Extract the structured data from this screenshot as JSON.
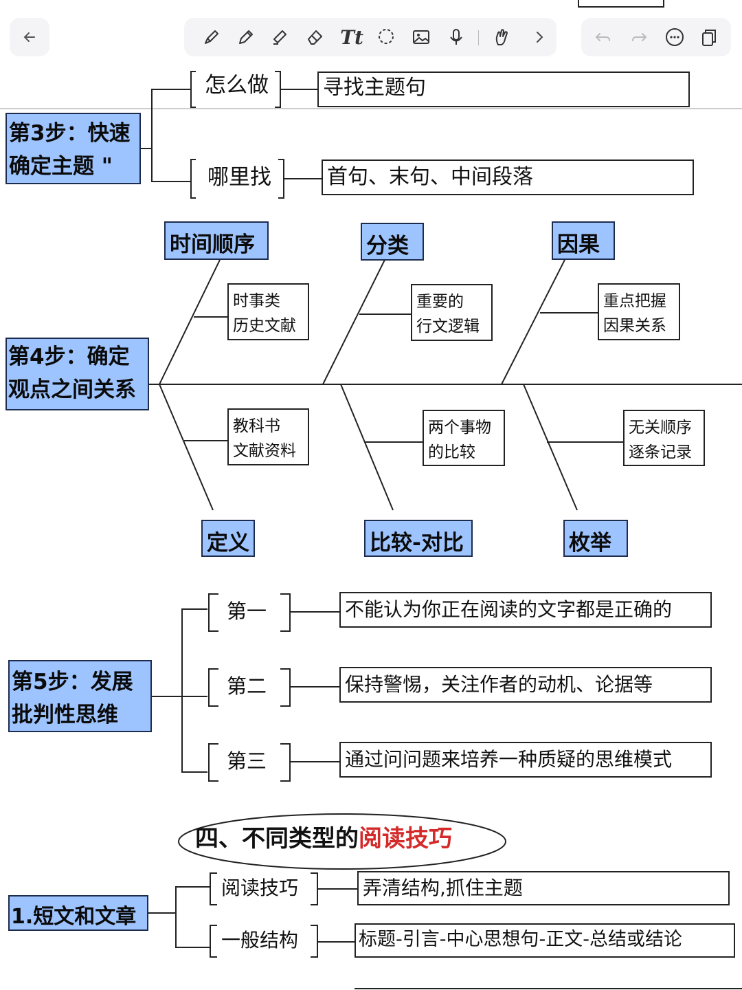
{
  "toolbar": {
    "back_icon": "arrow-left-icon",
    "tools": [
      "pen-icon",
      "pencil-icon",
      "highlighter-icon",
      "eraser-icon",
      "text-tool-icon",
      "lasso-icon",
      "image-icon",
      "microphone-icon",
      "finger-draw-icon",
      "chevron-right-icon"
    ],
    "actions": [
      "undo-icon",
      "redo-icon",
      "more-icon",
      "pages-icon"
    ]
  },
  "step3": {
    "title": "第3步：快速确定主题 \"",
    "line1": "第3步：快速",
    "line2": "确定主题 \"",
    "how_label": "怎么做",
    "how_value": "寻找主题句",
    "where_label": "哪里找",
    "where_value": "首句、末句、中间段落"
  },
  "step4": {
    "line1": "第4步：确定",
    "line2": "观点之间关系",
    "top_categories": [
      {
        "label": "时间顺序",
        "note1": "时事类",
        "note2": "历史文献"
      },
      {
        "label": "分类",
        "note1": "重要的",
        "note2": "行文逻辑"
      },
      {
        "label": "因果",
        "note1": "重点把握",
        "note2": "因果关系"
      }
    ],
    "bottom_categories": [
      {
        "label": "定义",
        "note1": "教科书",
        "note2": "文献资料"
      },
      {
        "label": "比较-对比",
        "note1": "两个事物",
        "note2": "的比较"
      },
      {
        "label": "枚举",
        "note1": "无关顺序",
        "note2": "逐条记录"
      }
    ]
  },
  "step5": {
    "line1": "第5步：发展",
    "line2": "批判性思维",
    "items": [
      {
        "label": "第一",
        "value": "不能认为你正在阅读的文字都是正确的"
      },
      {
        "label": "第二",
        "value": "保持警惕，关注作者的动机、论据等"
      },
      {
        "label": "第三",
        "value": "通过问问题来培养一种质疑的思维模式"
      }
    ]
  },
  "section4": {
    "prefix": "四、不同类型的",
    "highlight": "阅读技巧",
    "highlight_color": "#d42a2a"
  },
  "short_text": {
    "title": "1.短文和文章",
    "items": [
      {
        "label": "阅读技巧",
        "value": "弄清结构,抓住主题"
      },
      {
        "label": "一般结构",
        "value": "标题-引言-中心思想句-正文-总结或结论"
      }
    ]
  },
  "colors": {
    "node_fill": "#9ec4ff",
    "toolbar_bg": "#f4f4f6"
  }
}
